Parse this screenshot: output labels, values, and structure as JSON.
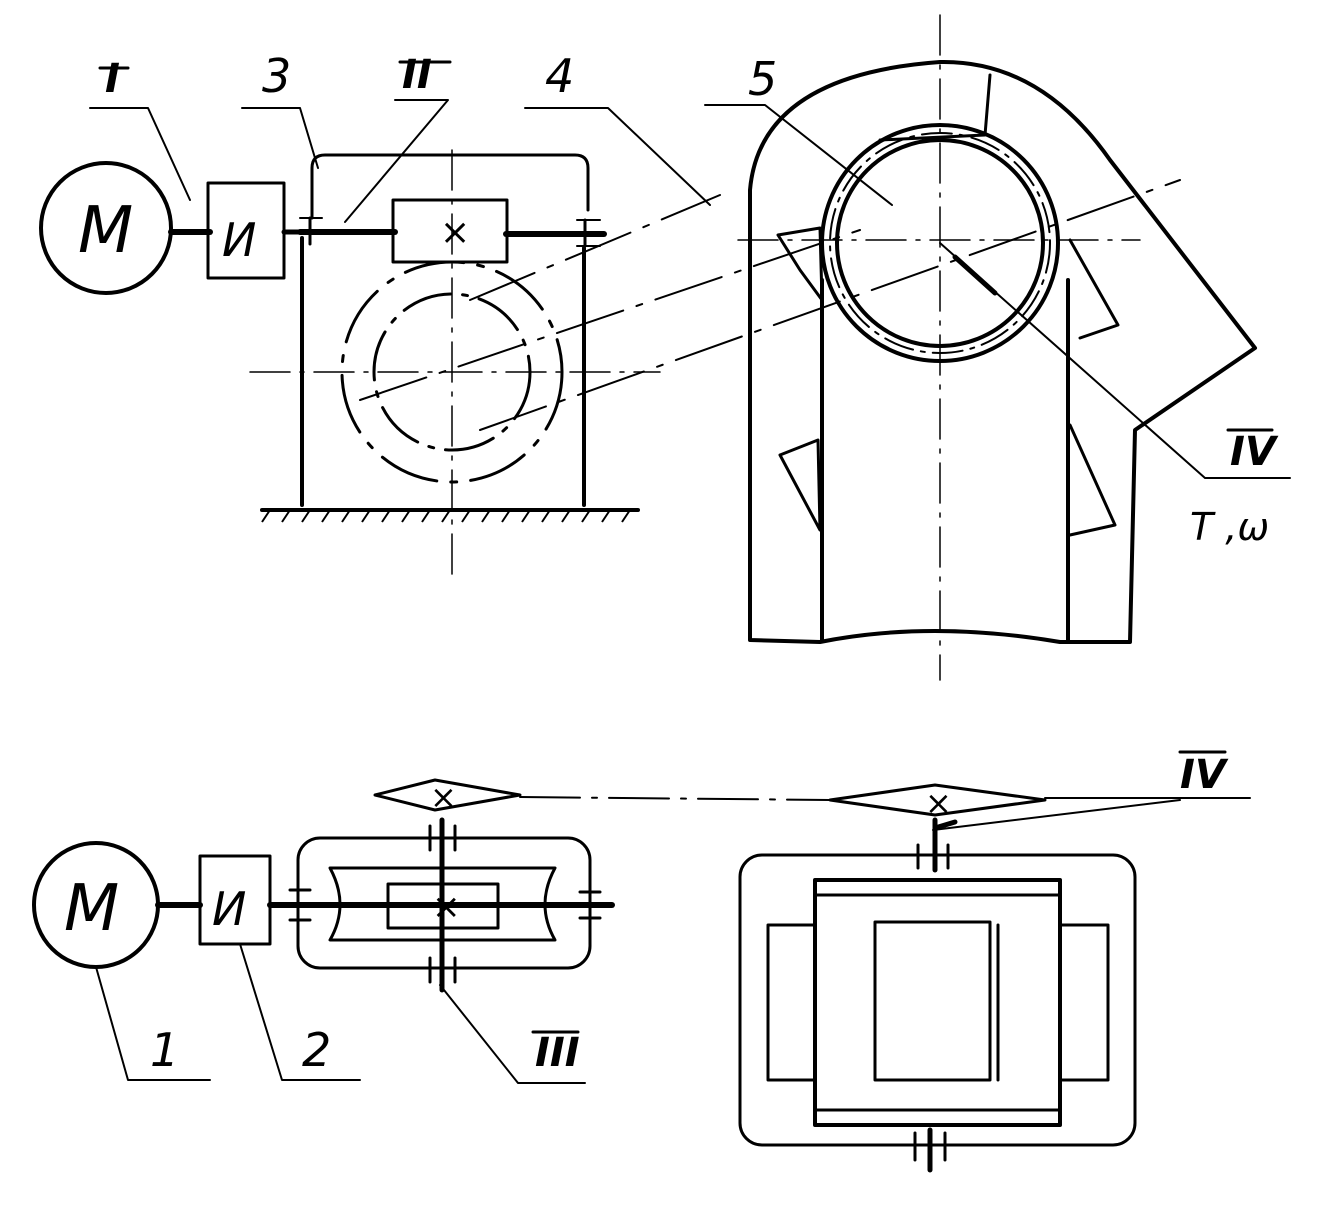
{
  "labels": {
    "motor_top": "M",
    "coupling_top": "И",
    "shaft_I": "I",
    "part_3": "3",
    "shaft_II": "II",
    "part_4": "4",
    "part_5": "5",
    "shaft_IV_top": "IV",
    "torque_speed": "T ,ω",
    "motor_bottom": "M",
    "coupling_bottom": "И",
    "part_1": "1",
    "part_2": "2",
    "shaft_III": "III",
    "shaft_IV_bottom": "IV"
  }
}
